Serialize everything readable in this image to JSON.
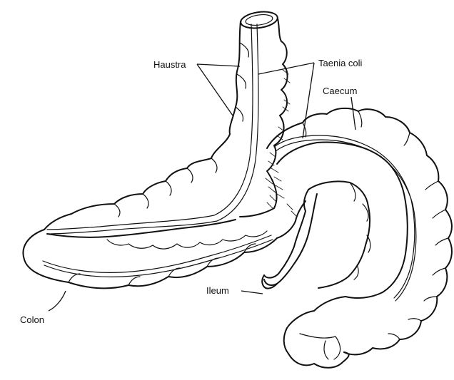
{
  "labels": {
    "haustra": "Haustra",
    "taenia_coli": "Taenia coli",
    "caecum": "Caecum",
    "ileum": "Ileum",
    "colon": "Colon"
  },
  "colors": {
    "ink": "#111111",
    "background": "#ffffff"
  }
}
